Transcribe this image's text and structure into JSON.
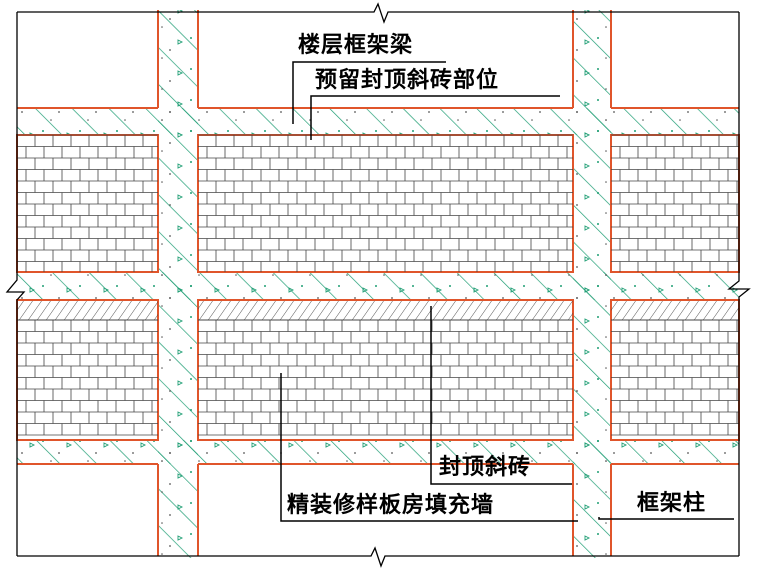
{
  "colors": {
    "concrete_hatch": "#1f9e74",
    "concrete_edge": "#e0552b",
    "brick_line": "#444444",
    "line": "#000000"
  },
  "labels": {
    "floor_beam": "楼层框架梁",
    "reserved_top": "预留封顶斜砖部位",
    "top_slant_brick": "封顶斜砖",
    "infill_wall": "精装修样板房填充墙",
    "frame_column": "框架柱"
  }
}
